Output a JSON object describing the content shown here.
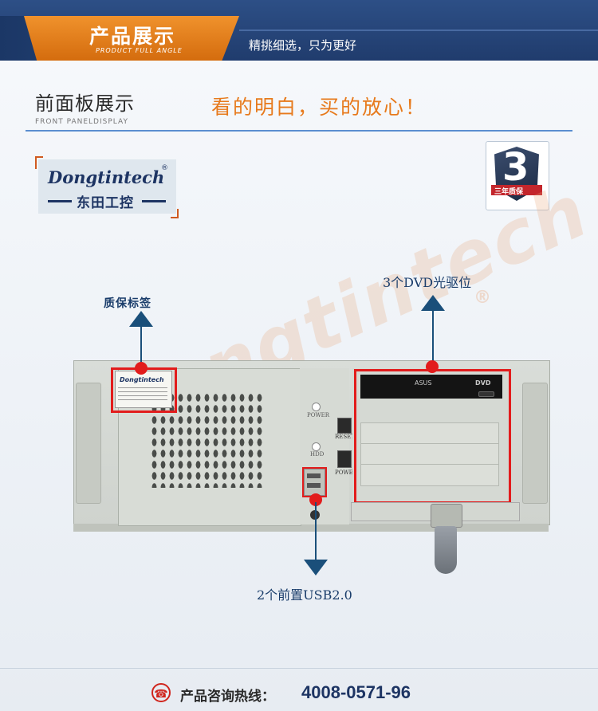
{
  "header": {
    "title": "产品展示",
    "subtitle": "PRODUCT FULL ANGLE",
    "slogan": "精挑细选，只为更好"
  },
  "section": {
    "title": "前面板展示",
    "subtitle": "FRONT PANELDISPLAY",
    "slogan": "看的明白，买的放心！"
  },
  "logo": {
    "name_en": "Dongtintech",
    "name_cn": "东田工控",
    "reg_mark": "®"
  },
  "warranty_badge": {
    "number": "3",
    "text": "三年质保"
  },
  "annotations": {
    "label": "质保标签",
    "dvd": "3个DVD光驱位",
    "usb": "2个前置USB2.0"
  },
  "panel": {
    "power": "POWER",
    "hdd": "HDD",
    "reset": "RESET",
    "power_button": "POWER",
    "label_brand": "Dongtintech",
    "dvd_brand": "ASUS",
    "dvd_logo": "DVD"
  },
  "watermark": {
    "text": "Dongtintech",
    "reg": "®"
  },
  "footer": {
    "label": "产品咨询热线：",
    "phone": "4008-0571-96",
    "icon": "phone-icon"
  },
  "colors": {
    "banner": "#203c6d",
    "orange": "#e07a1a",
    "highlight": "#e21c1c",
    "arrow": "#1a4f7a"
  }
}
